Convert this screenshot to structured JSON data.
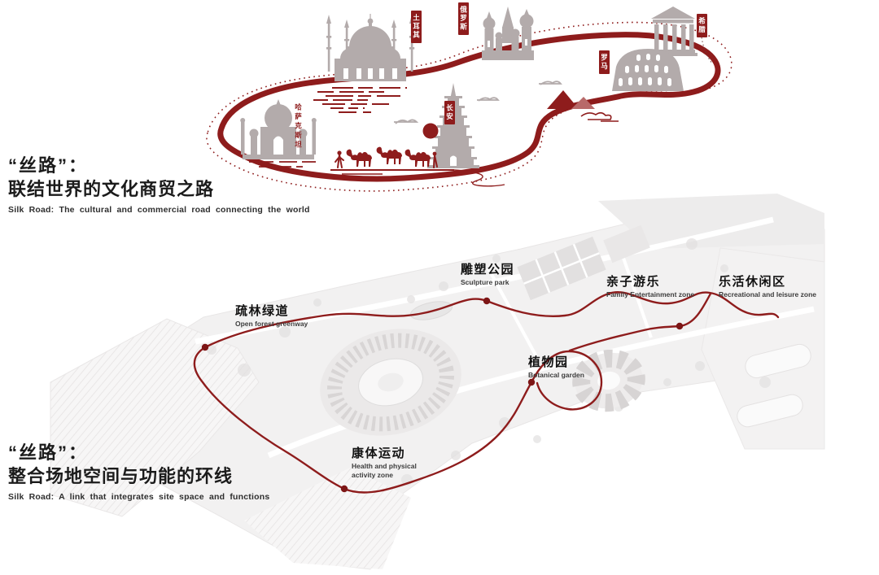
{
  "colors": {
    "accent_red": "#8e1c1c",
    "landmark_gray": "#b3abab",
    "plan_gray": "#f1f0f0",
    "text_black": "#1b1b1b"
  },
  "silk_road_diagram": {
    "caption": {
      "quote": "“丝路”：",
      "title_cn": "联结世界的文化商贸之路",
      "title_en": "Silk Road: The cultural and commercial road connecting the world"
    },
    "labels": [
      {
        "text": "土耳其"
      },
      {
        "text": "俄罗斯"
      },
      {
        "text": "希腊"
      },
      {
        "text": "罗马"
      },
      {
        "text": "长安"
      },
      {
        "text": "哈萨克斯坦"
      }
    ],
    "landmark_icons": [
      "mosque",
      "st-basils-cathedral",
      "greek-temple",
      "colosseum",
      "taj-mahal",
      "pagoda",
      "camel-caravan",
      "mountains",
      "sun",
      "clouds",
      "water-hatch"
    ]
  },
  "site_plan": {
    "caption": {
      "quote": "“丝路”：",
      "title_cn": "整合场地空间与功能的环线",
      "title_en": "Silk Road: A link that integrates site space and functions"
    },
    "zones": [
      {
        "cn": "疏林绿道",
        "en": "Open forest greenway"
      },
      {
        "cn": "雕塑公园",
        "en": "Sculpture park"
      },
      {
        "cn": "亲子游乐",
        "en": "Family Entertainment zone"
      },
      {
        "cn": "乐活休闲区",
        "en": "Recreational and leisure zone"
      },
      {
        "cn": "植物园",
        "en": "Botanical garden"
      },
      {
        "cn": "康体运动",
        "en": "Health and physical activity zone"
      }
    ]
  }
}
